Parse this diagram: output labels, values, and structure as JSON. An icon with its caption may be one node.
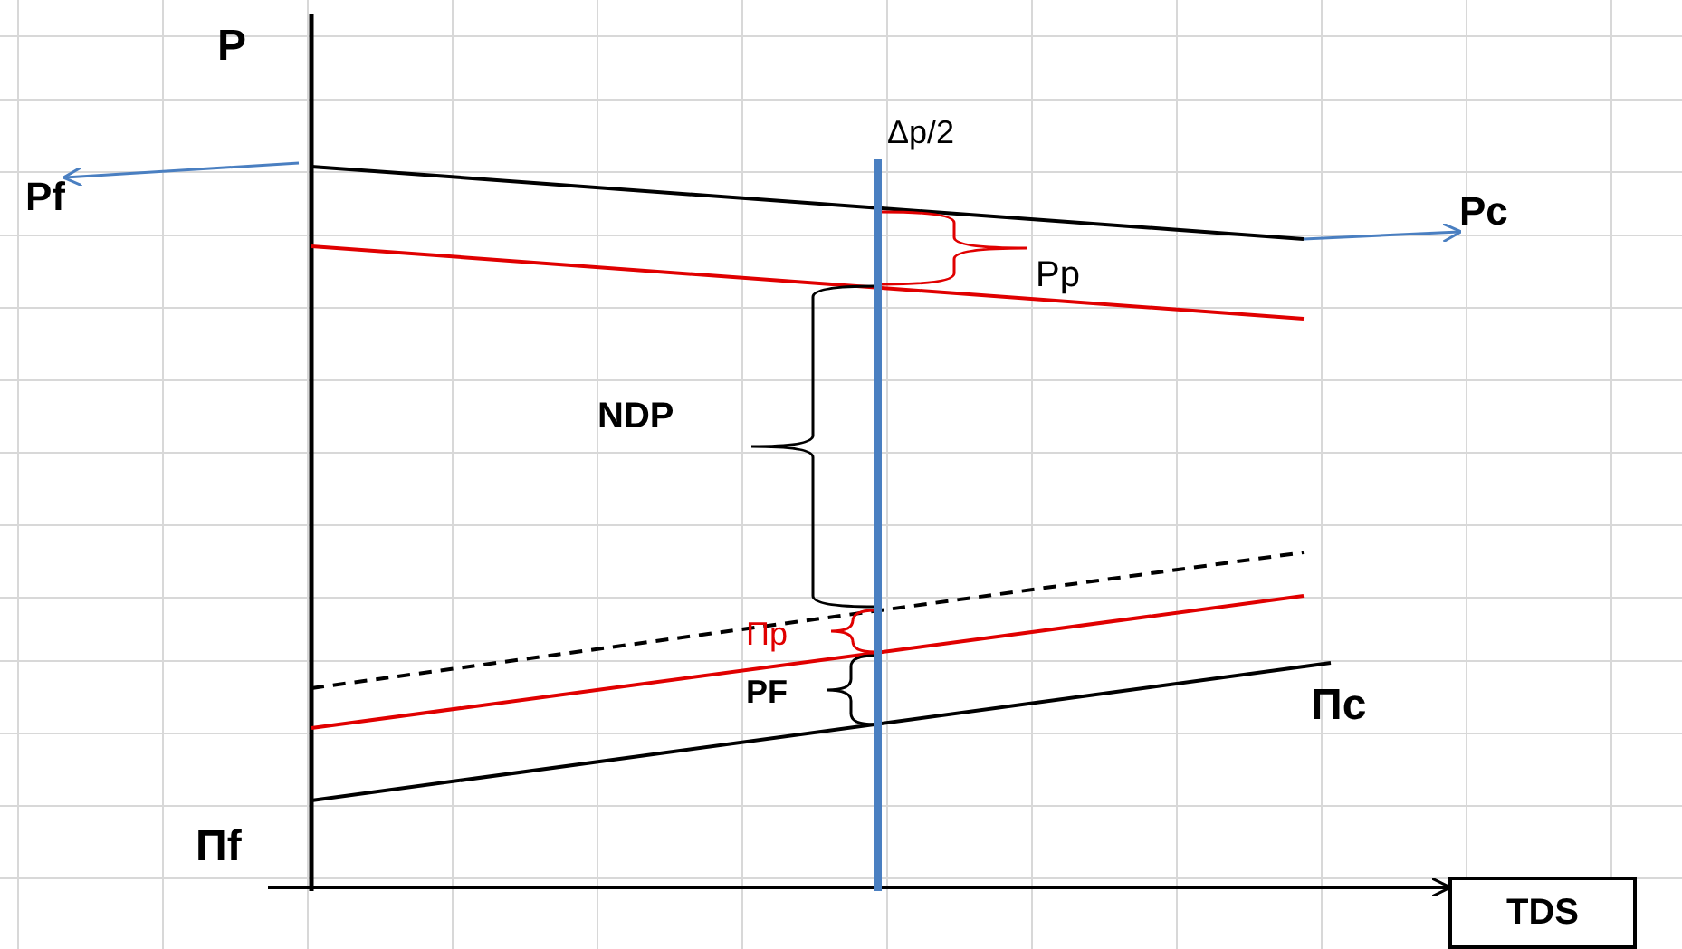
{
  "diagram": {
    "nodes": [
      {
        "text": [
          "Pf"
        ]
      },
      {
        "text": [
          "Pc"
        ]
      }
    ],
    "edges": [
      {
        "from": null,
        "to": 0,
        "arrow": "to"
      },
      {
        "from": null,
        "to": 1,
        "arrow": "to"
      }
    ],
    "labels": [
      "P",
      "Δp/2",
      "Pp",
      "NDP",
      "Πp",
      "PF",
      "Πc",
      "Πf",
      "TDS"
    ]
  }
}
